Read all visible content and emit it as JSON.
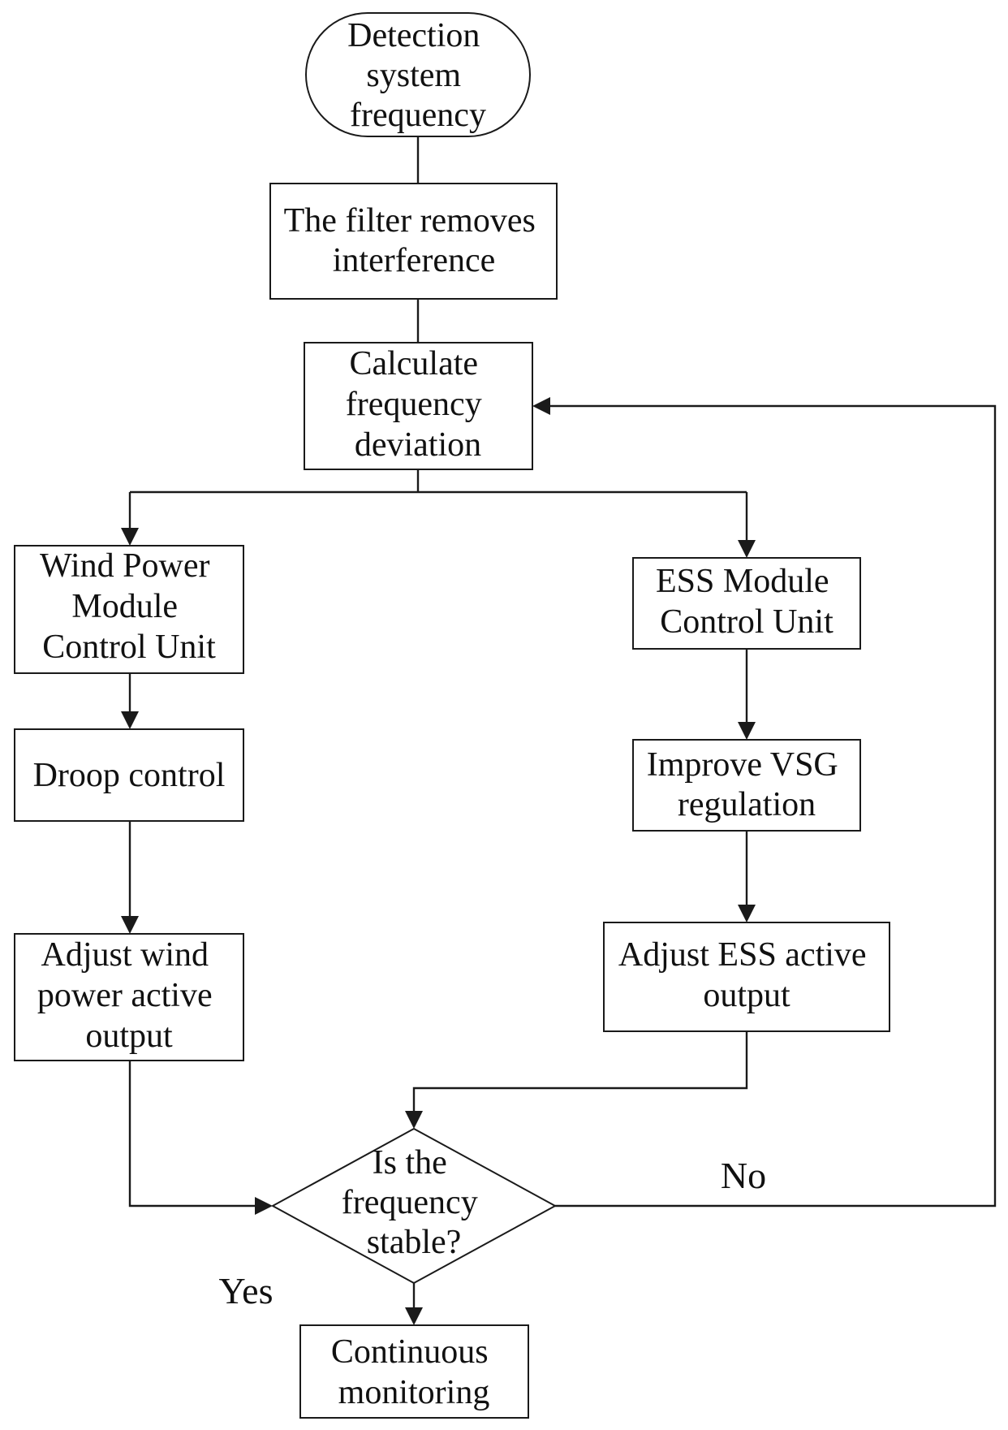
{
  "nodes": {
    "detect": [
      "Detection",
      "system",
      "frequency"
    ],
    "filter": [
      "The filter removes",
      "interference"
    ],
    "calc": [
      "Calculate",
      "frequency",
      "deviation"
    ],
    "wind_unit": [
      "Wind Power",
      "Module",
      "Control Unit"
    ],
    "ess_unit": [
      "ESS Module",
      "Control Unit"
    ],
    "droop": [
      "Droop control"
    ],
    "vsg": [
      "Improve VSG",
      "regulation"
    ],
    "wind_adjust": [
      "Adjust wind",
      "power active",
      "output"
    ],
    "ess_adjust": [
      "Adjust ESS active",
      "output"
    ],
    "decision": [
      "Is the",
      "frequency",
      "stable?"
    ],
    "monitor": [
      "Continuous",
      "monitoring"
    ]
  },
  "branches": {
    "no": "No",
    "yes": "Yes"
  }
}
